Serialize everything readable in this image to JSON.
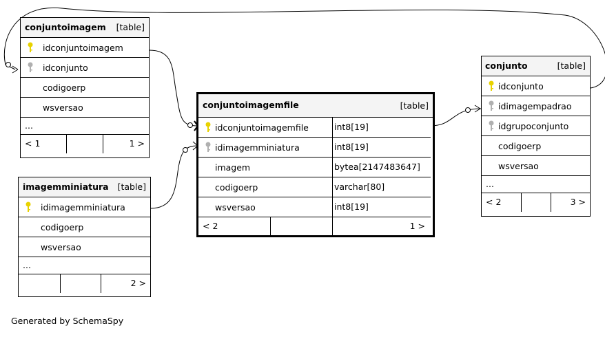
{
  "tables": {
    "conjuntoimagem": {
      "name": "conjuntoimagem",
      "type": "[table]",
      "columns": [
        "idconjuntoimagem",
        "idconjunto",
        "codigoerp",
        "wsversao"
      ],
      "ellipsis": "...",
      "parents_label": "< 1",
      "children_label": "1 >"
    },
    "imagemminiatura": {
      "name": "imagemminiatura",
      "type": "[table]",
      "columns": [
        "idimagemminiatura",
        "codigoerp",
        "wsversao"
      ],
      "ellipsis": "...",
      "children_label": "2 >"
    },
    "conjuntoimagemfile": {
      "name": "conjuntoimagemfile",
      "type": "[table]",
      "columns": [
        {
          "name": "idconjuntoimagemfile",
          "type": "int8[19]"
        },
        {
          "name": "idimagemminiatura",
          "type": "int8[19]"
        },
        {
          "name": "imagem",
          "type": "bytea[2147483647]"
        },
        {
          "name": "codigoerp",
          "type": "varchar[80]"
        },
        {
          "name": "wsversao",
          "type": "int8[19]"
        }
      ],
      "parents_label": "< 2",
      "children_label": "1 >"
    },
    "conjunto": {
      "name": "conjunto",
      "type": "[table]",
      "columns": [
        "idconjunto",
        "idimagempadrao",
        "idgrupoconjunto",
        "codigoerp",
        "wsversao"
      ],
      "ellipsis": "...",
      "parents_label": "< 2",
      "children_label": "3 >"
    }
  },
  "colors": {
    "primary_key": "#e8d200",
    "foreign_key": "#b0b0b0",
    "header_bg": "#f4f4f4"
  },
  "footer_text": "Generated by SchemaSpy"
}
